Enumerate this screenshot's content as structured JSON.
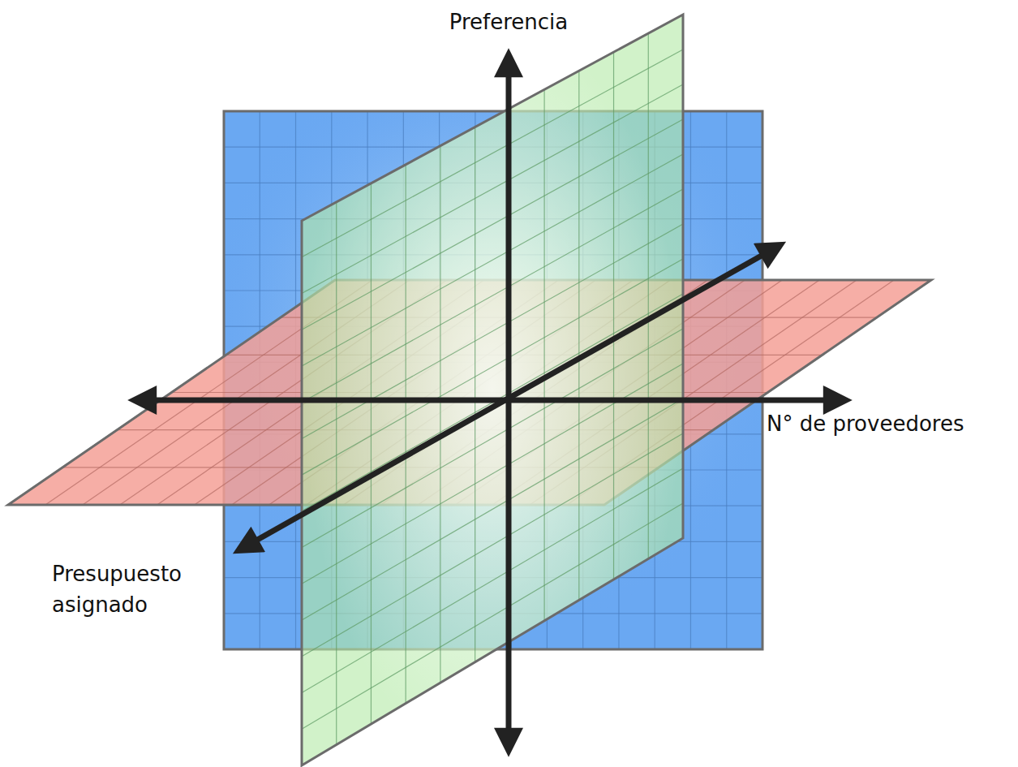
{
  "diagram": {
    "labels": [
      "Preferencia",
      "N° de proveedores",
      "Presupuesto asignado"
    ]
  }
}
